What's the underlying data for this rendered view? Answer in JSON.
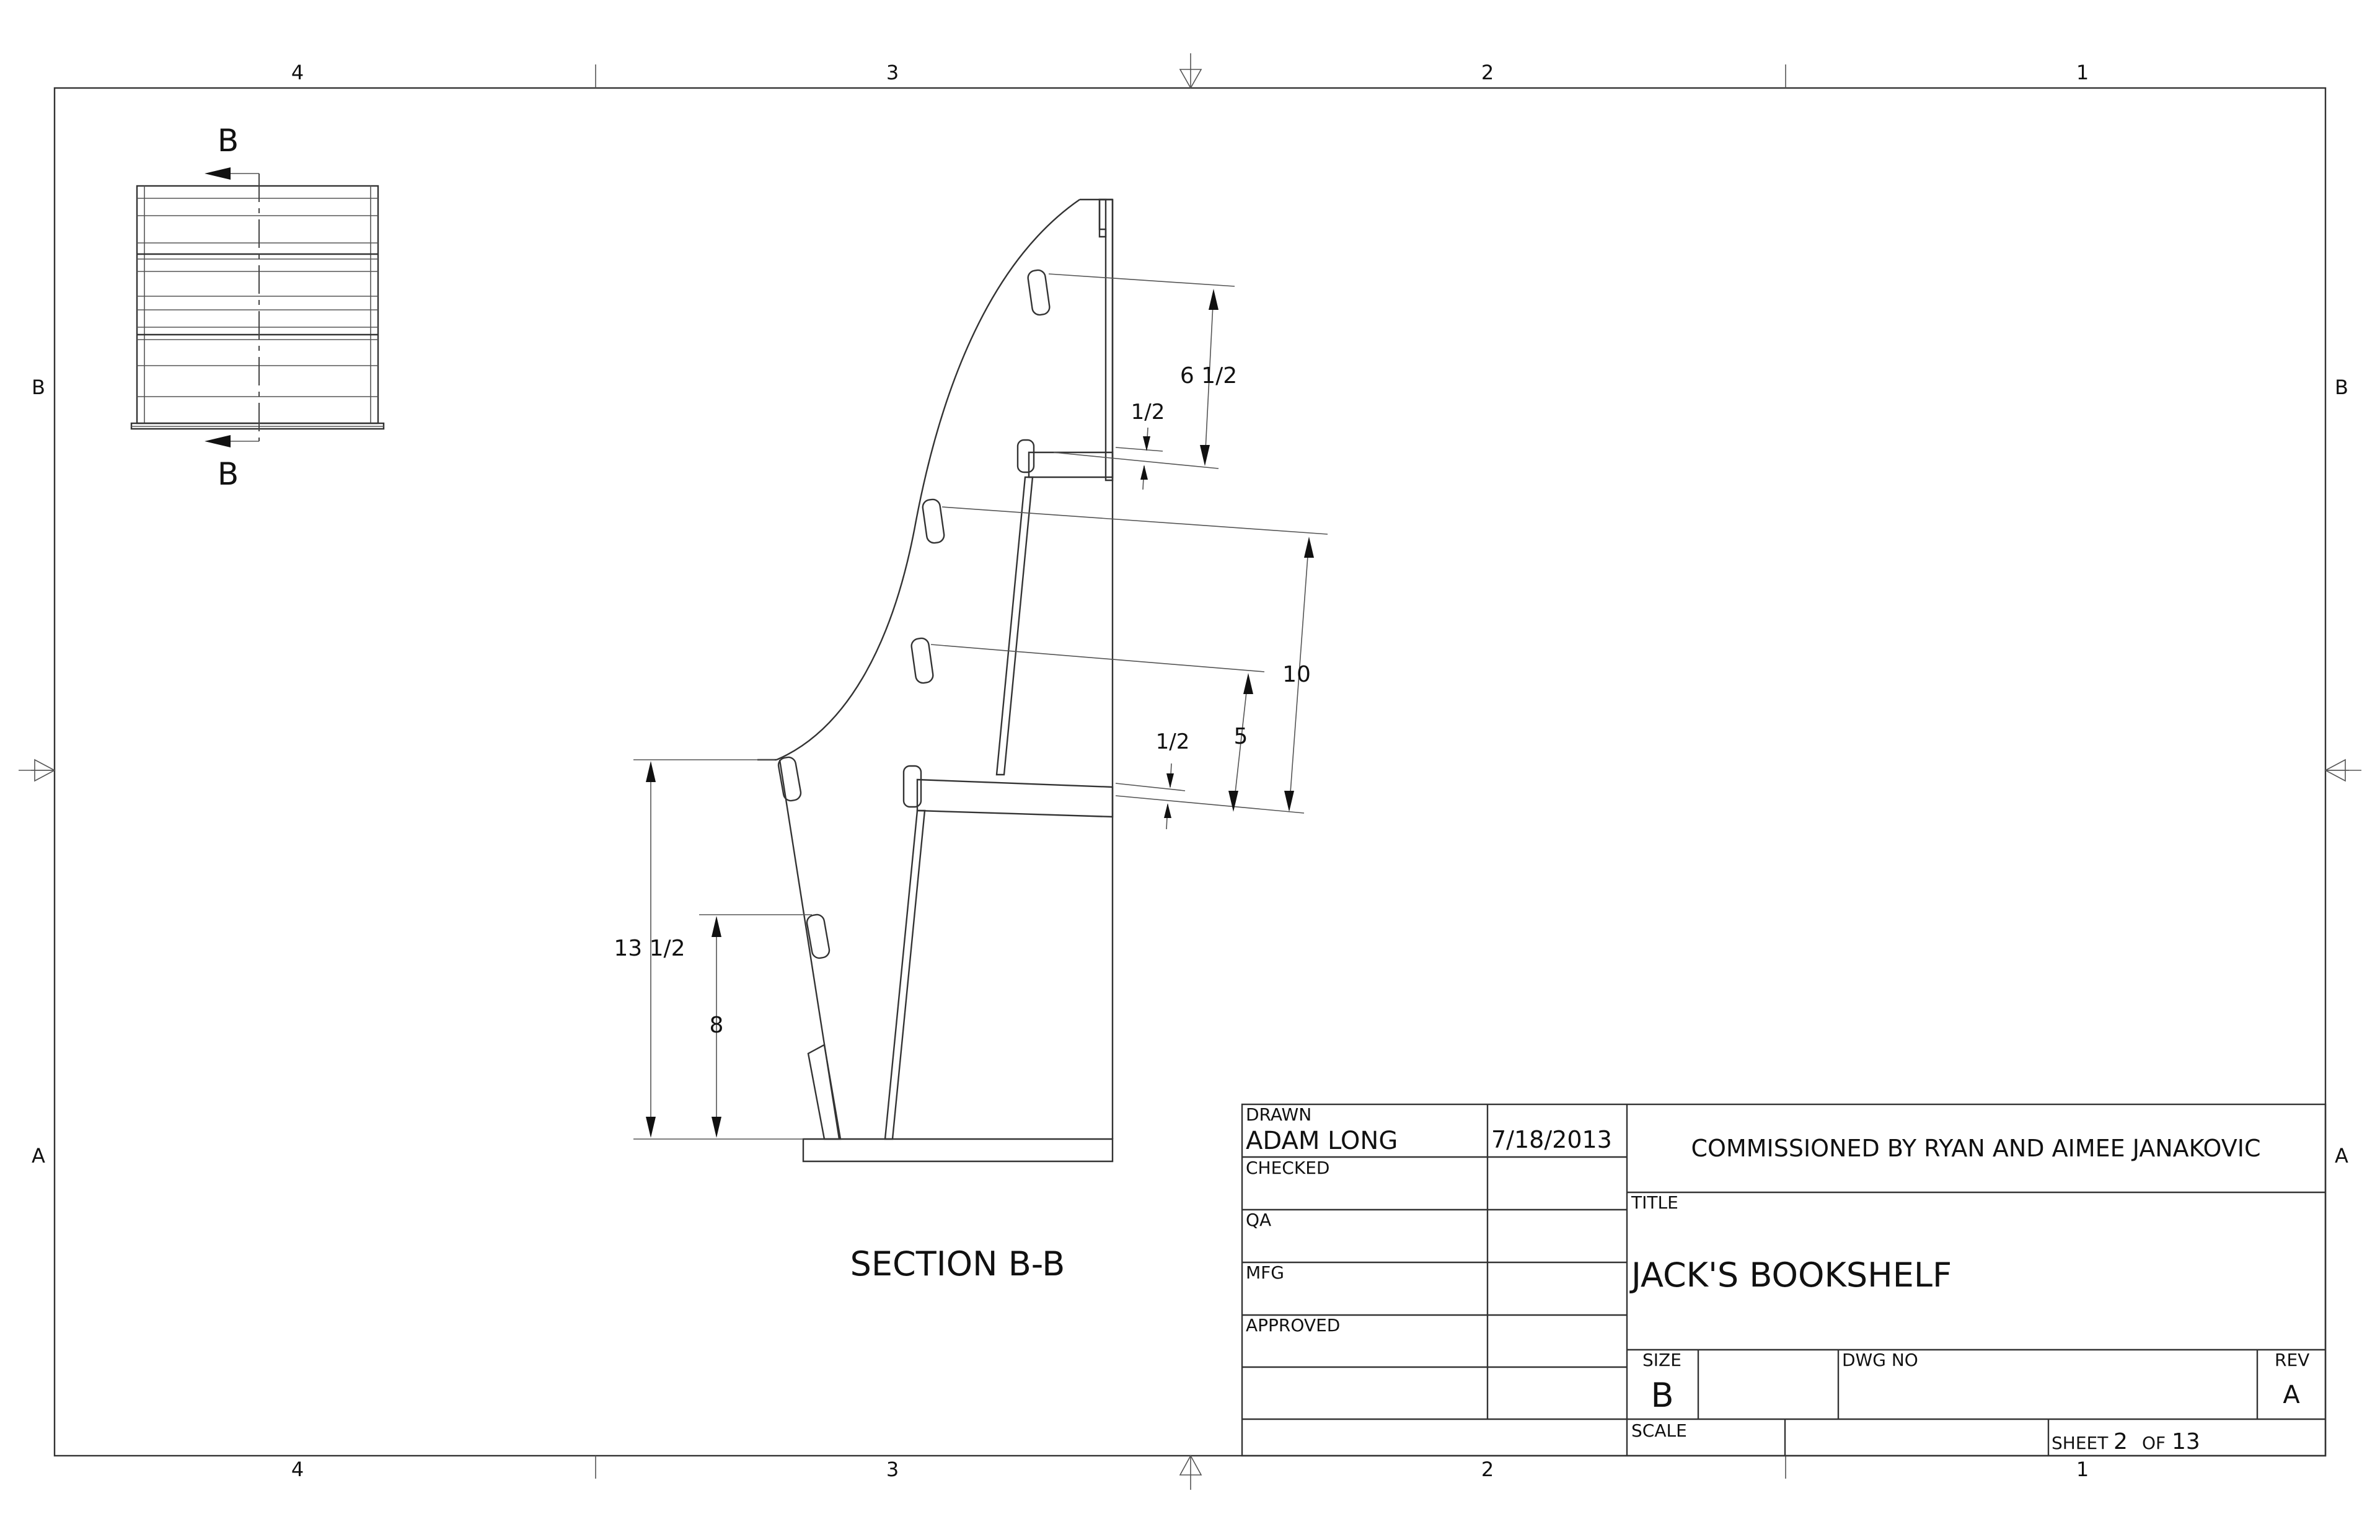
{
  "zones": {
    "columns": [
      "4",
      "3",
      "2",
      "1"
    ],
    "rows": [
      "B",
      "A"
    ]
  },
  "views": {
    "section_marker": "B",
    "section_title": "SECTION B-B"
  },
  "dimensions": {
    "d1": "6 1/2",
    "d2": "1/2",
    "d3": "10",
    "d4": "5",
    "d5": "1/2",
    "d6": "13 1/2",
    "d7": "8"
  },
  "title_block": {
    "drawn_label": "DRAWN",
    "drawn_by": "ADAM LONG",
    "drawn_date": "7/18/2013",
    "checked_label": "CHECKED",
    "qa_label": "QA",
    "mfg_label": "MFG",
    "approved_label": "APPROVED",
    "company": "COMMISSIONED BY RYAN AND AIMEE JANAKOVIC",
    "title_label": "TITLE",
    "title": "JACK'S BOOKSHELF",
    "size_label": "SIZE",
    "size": "B",
    "dwg_no_label": "DWG NO",
    "rev_label": "REV",
    "rev": "A",
    "scale_label": "SCALE",
    "sheet_label": "SHEET",
    "sheet_num": "2",
    "of_label": "OF",
    "sheet_total": "13"
  }
}
